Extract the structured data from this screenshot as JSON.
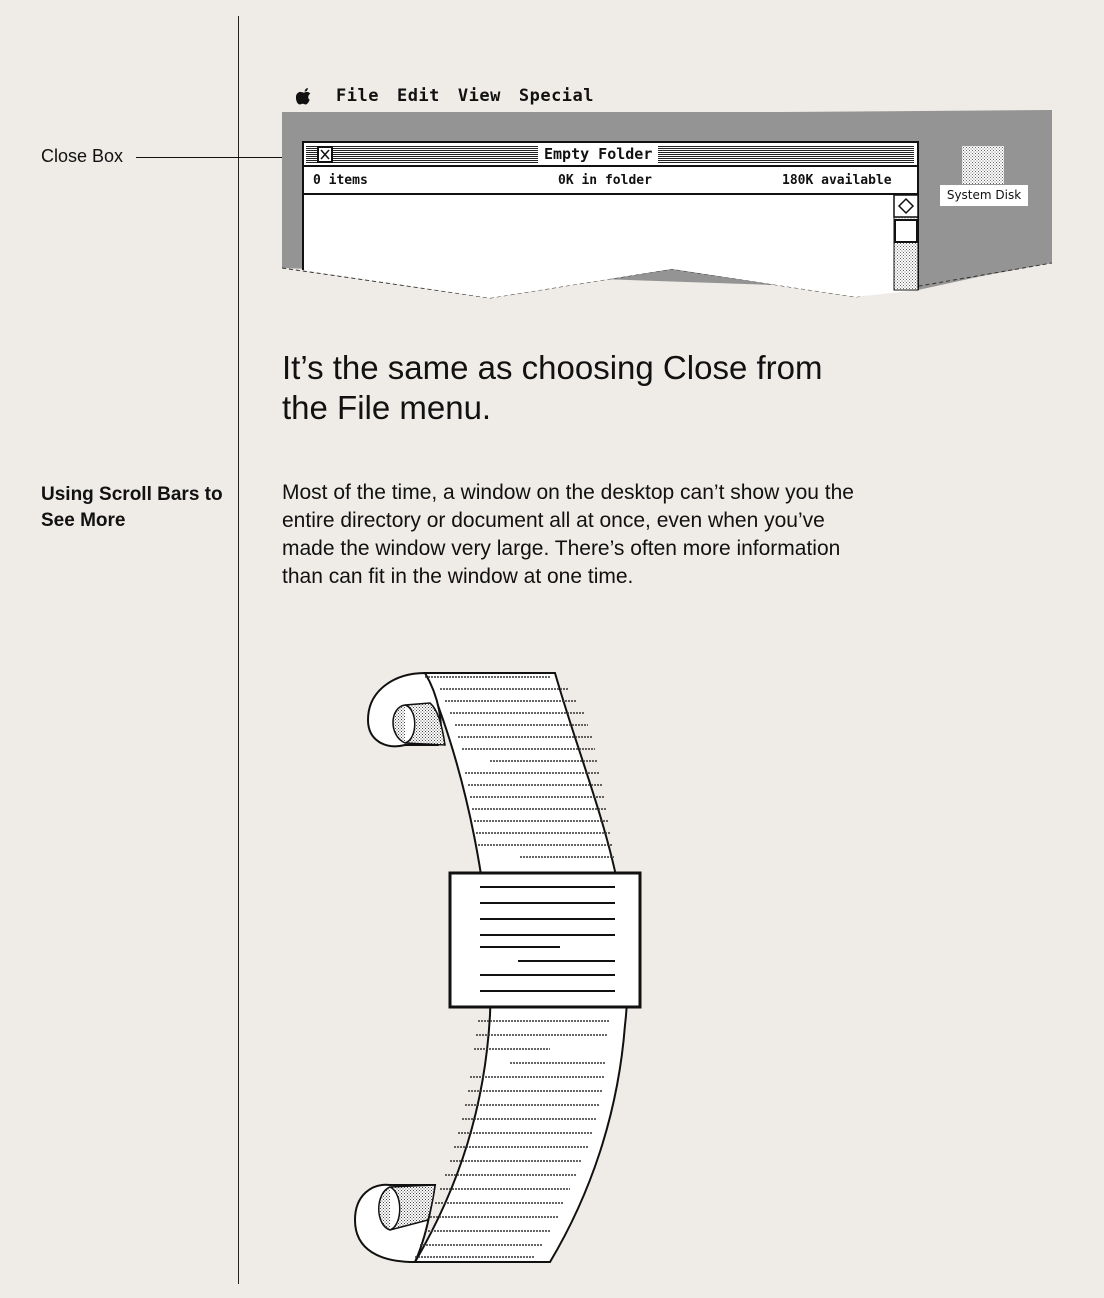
{
  "callout": {
    "label": "Close Box"
  },
  "menubar": {
    "apple_icon": "apple-icon",
    "items": [
      "File",
      "Edit",
      "View",
      "Special"
    ]
  },
  "window": {
    "title": "Empty Folder",
    "item_count": "0 items",
    "in_folder": "0K in folder",
    "available": "180K available"
  },
  "desktop": {
    "disk_label": "System Disk",
    "disk_icon": "disk-icon"
  },
  "headline": "It’s the same as choosing Close from the File menu.",
  "section": {
    "heading": "Using Scroll Bars to See More",
    "body": "Most of the time, a window on the desktop can’t show you the entire directory or document all at once, even when you’ve made the window very large. There’s often more information than can fit in the window at one time."
  },
  "illustration": {
    "icon": "scroll-document-icon"
  }
}
